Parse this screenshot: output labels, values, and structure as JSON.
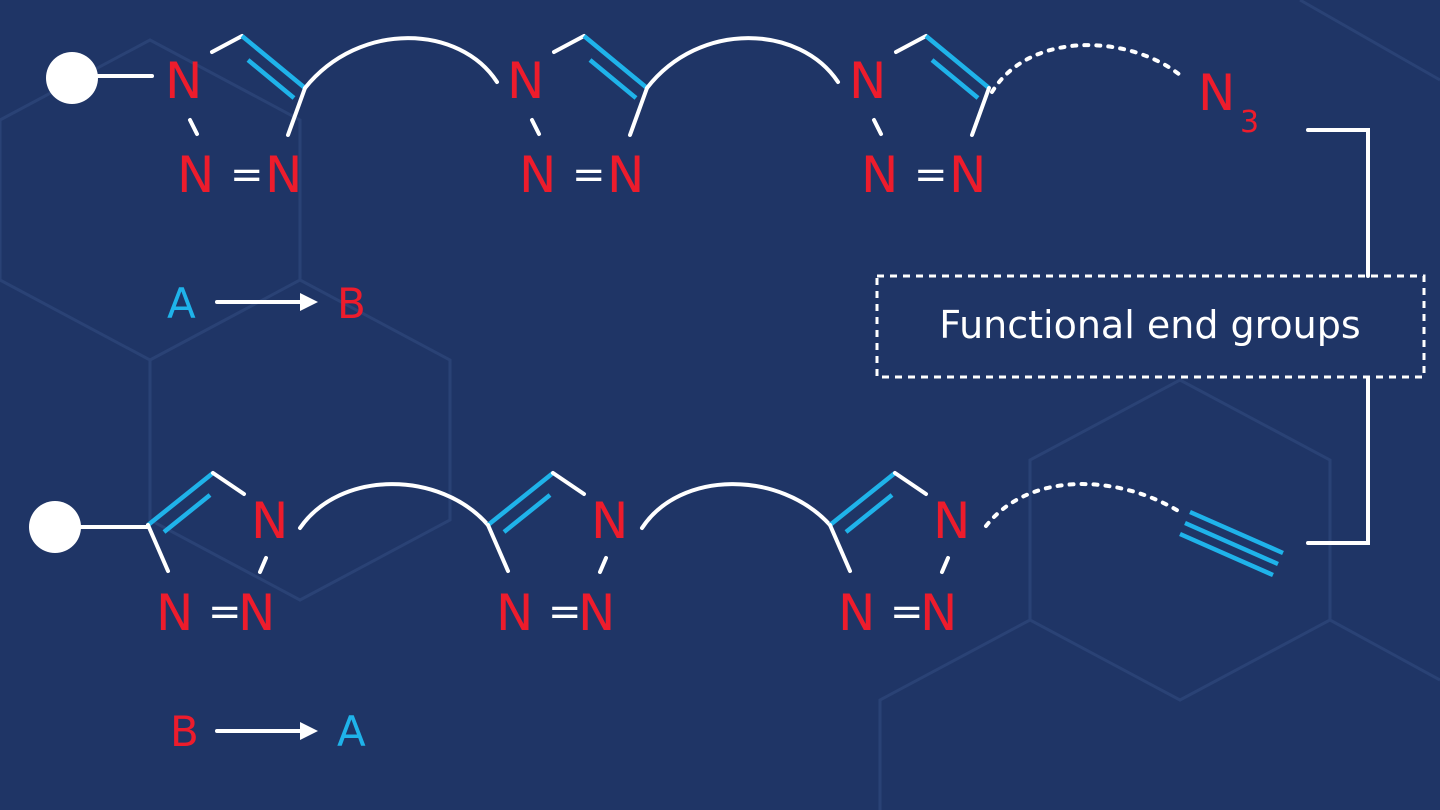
{
  "atoms": {
    "nitrogen": "N",
    "bond_equals": "=",
    "azide_sub": "3"
  },
  "top_legend": {
    "from": "A",
    "to": "B"
  },
  "bottom_legend": {
    "from": "B",
    "to": "A"
  },
  "box": {
    "label": "Functional end groups"
  },
  "colors": {
    "background": "#1f3566",
    "red": "#ed1c2c",
    "cyan": "#1fb3ea",
    "white": "#ffffff"
  }
}
